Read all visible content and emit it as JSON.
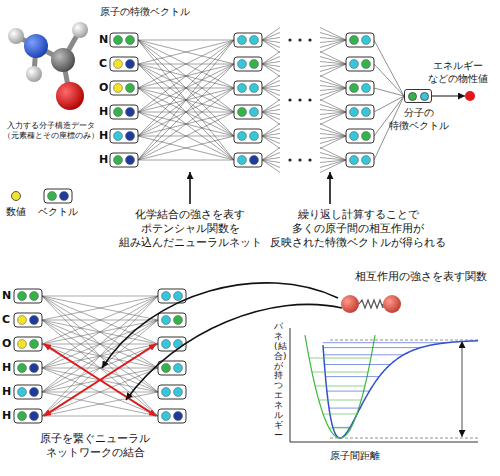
{
  "diagram": {
    "nodes": [
      {
        "text": [
          "分子の 特徴ベクトル"
        ]
      },
      {
        "text": [
          "エネルギー などの物性値"
        ]
      }
    ],
    "edges": [
      {
        "from": 0,
        "to": 1,
        "arrow": "to"
      }
    ],
    "labels": [
      "原子の特徴ベクトル",
      "N",
      "C",
      "O",
      "H",
      "H",
      "H",
      "入力する分子構造データ （元素種とその座標のみ）",
      "化学結合の強さを表す ポテンシャル関数を 組み込んだニューラルネット",
      "繰り返し計算することで 多くの原子間の相互作用が 反映された特徴ベクトルが得られる",
      "N",
      "C",
      "O",
      "H",
      "H",
      "H",
      "相互作用の強さを表す関数",
      "バネ(結合)が持つエネルギー",
      "原子間距離",
      "原子を繋ぐニューラル ネットワークの結合"
    ],
    "legend": [
      {
        "text": "数値",
        "color": "#f2e22c"
      },
      {
        "text": "ベクトル"
      }
    ]
  }
}
